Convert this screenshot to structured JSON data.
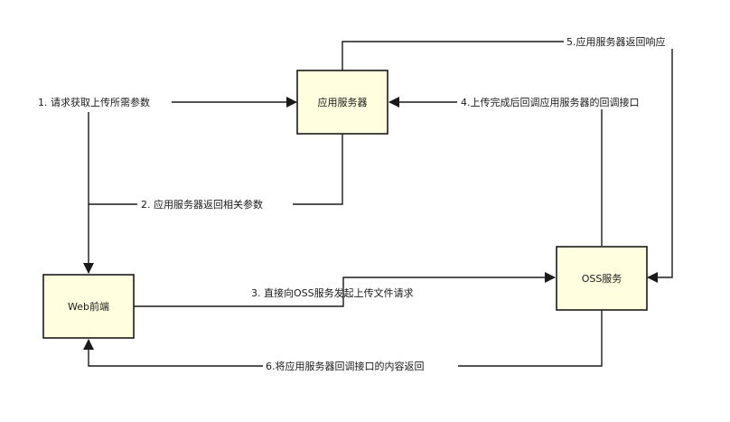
{
  "colors": {
    "node_fill": "#ffffe0",
    "stroke": "#1a1a1a",
    "background": "#ffffff"
  },
  "nodes": {
    "app_server": "应用服务器",
    "web_frontend": "Web前端",
    "oss_service": "OSS服务"
  },
  "edges": {
    "step1": "1. 请求获取上传所需参数",
    "step2": "2. 应用服务器返回相关参数",
    "step3": "3. 直接向OSS服务发起上传文件请求",
    "step4": "4.上传完成后回调应用服务器的回调接口",
    "step5": "5.应用服务器返回响应",
    "step6": "6.将应用服务器回调接口的内容返回"
  }
}
